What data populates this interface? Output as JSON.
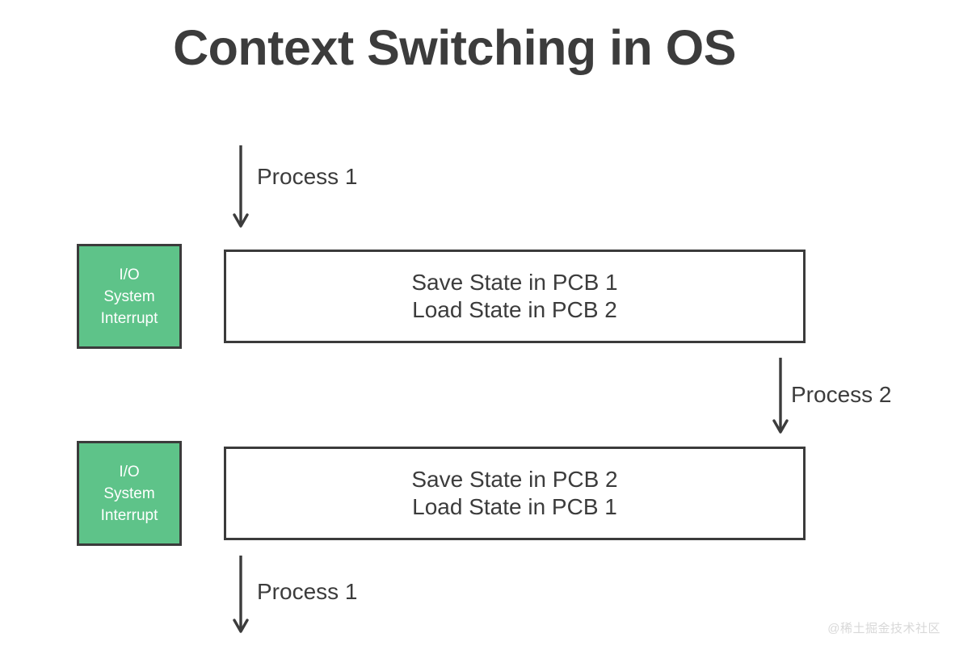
{
  "page": {
    "title": "Context Switching in OS",
    "background_color": "#ffffff",
    "text_color": "#3c3c3c",
    "accent_color": "#5ec389",
    "border_color": "#3b3b3b",
    "watermark": "@稀土掘金技术社区"
  },
  "interrupt_boxes": [
    {
      "line1": "I/O",
      "line2": "System",
      "line3": "Interrupt"
    },
    {
      "line1": "I/O",
      "line2": "System",
      "line3": "Interrupt"
    }
  ],
  "state_boxes": [
    {
      "line1": "Save State in PCB 1",
      "line2": "Load State in PCB 2"
    },
    {
      "line1": "Save State in PCB 2",
      "line2": "Load State in PCB 1"
    }
  ],
  "arrows": [
    {
      "label": "Process 1",
      "direction": "down"
    },
    {
      "label": "Process 2",
      "direction": "down"
    },
    {
      "label": "Process 1",
      "direction": "down"
    }
  ]
}
